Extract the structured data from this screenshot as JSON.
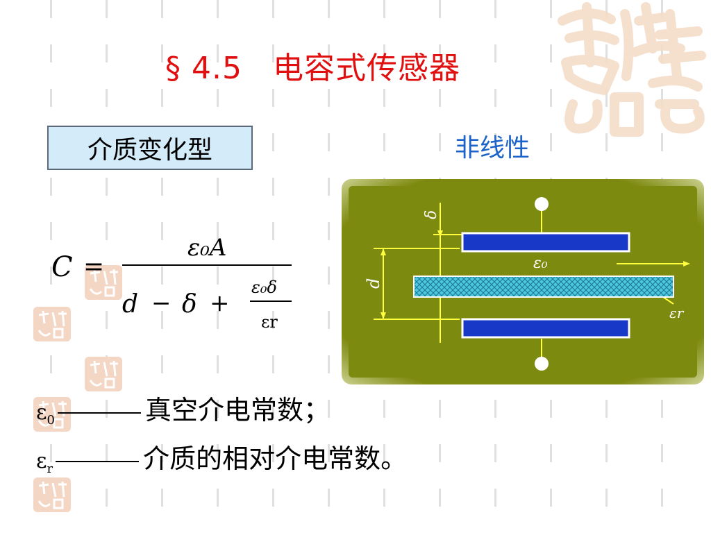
{
  "slide": {
    "title_section": "§ 4.5",
    "title_text": "电容式传感器",
    "type_label": "介质变化型",
    "nonlinear_label": "非线性"
  },
  "formula": {
    "lhs": "C",
    "eq": "=",
    "num": "ε₀A",
    "den_d": "d",
    "minus": "−",
    "den_delta": "δ",
    "plus": "+",
    "frac_num": "ε₀δ",
    "frac_den": "εr"
  },
  "diagram": {
    "label_delta": "δ",
    "label_d": "d",
    "label_eps0": "ε₀",
    "label_epsr": "εr",
    "colors": {
      "background": "#7d8a10",
      "plate": "#1838c8",
      "dielectric": "#4ec8e0",
      "line": "#ffff40"
    }
  },
  "definitions": [
    {
      "symbol": "ε",
      "sub": "0",
      "text": "真空介电常数；"
    },
    {
      "symbol": "ε",
      "sub": "r",
      "text": "介质的相对介电常数。"
    }
  ],
  "colors": {
    "title": "#e01010",
    "nonlinear": "#1b62c9",
    "box_fill": "#d4ecfa"
  }
}
